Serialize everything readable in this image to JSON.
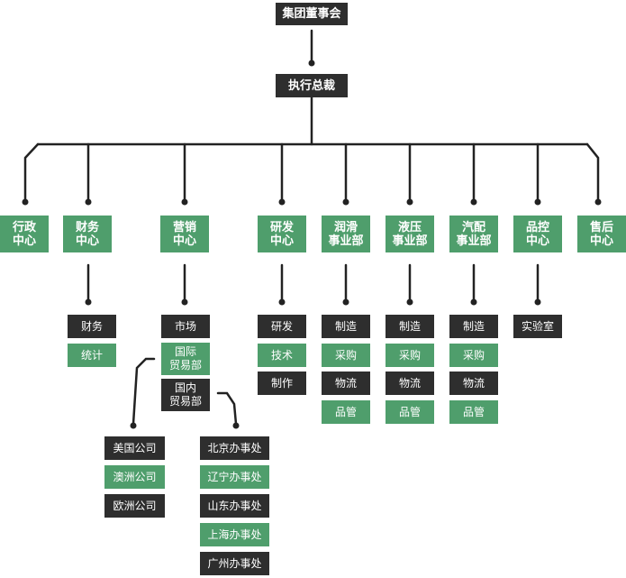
{
  "top": {
    "board": "集团董事会",
    "ceo": "执行总裁"
  },
  "departments": [
    {
      "label": "行政\n中心"
    },
    {
      "label": "财务\n中心",
      "items": [
        "财务",
        "统计"
      ]
    },
    {
      "label": "营销\n中心",
      "items": [
        "市场",
        "国际\n贸易部",
        "国内\n贸易部"
      ]
    },
    {
      "label": "研发\n中心",
      "items": [
        "研发",
        "技术",
        "制作"
      ]
    },
    {
      "label": "润滑\n事业部",
      "items": [
        "制造",
        "采购",
        "物流",
        "品管"
      ]
    },
    {
      "label": "液压\n事业部",
      "items": [
        "制造",
        "采购",
        "物流",
        "品管"
      ]
    },
    {
      "label": "汽配\n事业部",
      "items": [
        "制造",
        "采购",
        "物流",
        "品管"
      ]
    },
    {
      "label": "品控\n中心",
      "items": [
        "实验室"
      ]
    },
    {
      "label": "售后\n中心"
    }
  ],
  "international": [
    "美国公司",
    "澳洲公司",
    "欧洲公司"
  ],
  "domestic": [
    "北京办事处",
    "辽宁办事处",
    "山东办事处",
    "上海办事处",
    "广州办事处"
  ]
}
